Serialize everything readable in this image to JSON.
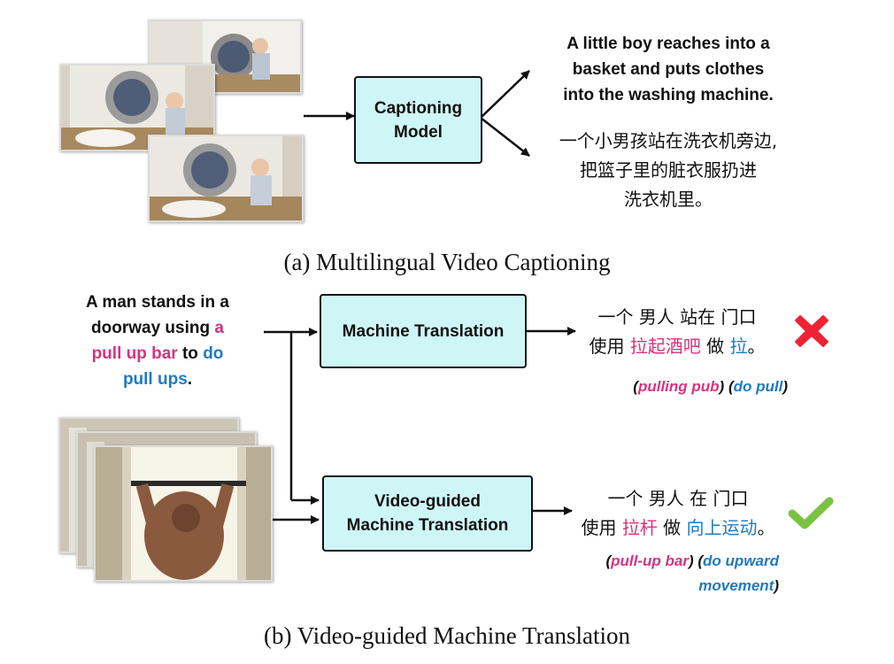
{
  "part_a": {
    "captioning_model": [
      "Captioning",
      "Model"
    ],
    "english_caption": [
      "A little boy reaches into a",
      "basket and puts clothes",
      "into the washing machine."
    ],
    "chinese_caption": [
      "一个小男孩站在洗衣机旁边,",
      "把篮子里的脏衣服扔进",
      "洗衣机里。"
    ],
    "caption": "(a) Multilingual Video Captioning"
  },
  "part_b": {
    "source": {
      "line1": "A man stands in a",
      "line2_a": "doorway using ",
      "line2_b": "a",
      "line3_a": "pull up bar",
      "line3_b": " to ",
      "line3_c": "do",
      "line4_a": "pull ups",
      "line4_b": "."
    },
    "mt_box": "Machine Translation",
    "vmt_box": [
      "Video-guided",
      "Machine Translation"
    ],
    "mt_output": {
      "line1": "一个 男人 站在 门口",
      "line2_a": "使用 ",
      "line2_b": "拉起酒吧",
      "line2_c": " 做 ",
      "line2_d": "拉",
      "line2_e": "。",
      "gloss_open1": "(",
      "gloss_pink": "pulling pub",
      "gloss_close1": ")",
      "gloss_open2": " (",
      "gloss_blue": "do pull",
      "gloss_close2": ")"
    },
    "vmt_output": {
      "line1": "一个 男人 在 门口",
      "line2_a": "使用 ",
      "line2_b": "拉杆",
      "line2_c": " 做 ",
      "line2_d": "向上运动",
      "line2_e": "。",
      "gloss_open1": "(",
      "gloss_pink": "pull-up bar",
      "gloss_close1": ")",
      "gloss_open2": " (",
      "gloss_blue1": "do upward",
      "gloss_blue2": "movement",
      "gloss_close2": ")"
    },
    "caption": "(b) Video-guided Machine Translation"
  },
  "colors": {
    "box_fill": "#cff6f7",
    "highlight_pink": "#d6337f",
    "highlight_blue": "#1f7ac2",
    "cross": "#ee2233",
    "check": "#7cc242"
  },
  "icons": {
    "wrong": "cross-icon",
    "right": "check-icon"
  }
}
